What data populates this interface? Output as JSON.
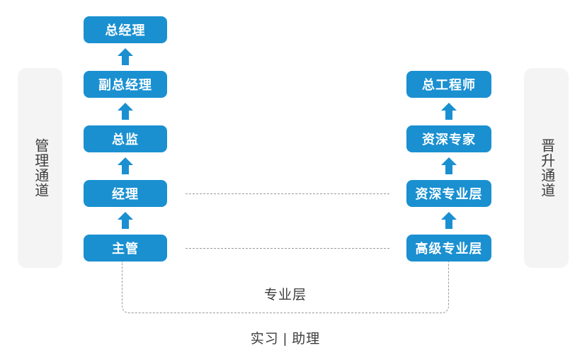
{
  "diagram": {
    "background_color": "#ffffff",
    "box_color": "#1a90d1",
    "box_text_color": "#ffffff",
    "panel_color": "#f4f4f4",
    "dash_color": "#9a9a9a",
    "text_color": "#3c3c3c"
  },
  "panels": {
    "left": {
      "label": "管理通道",
      "name": "management-channel"
    },
    "right": {
      "label": "晋升通道",
      "name": "promotion-channel"
    }
  },
  "management_track": {
    "title": "管理通道",
    "levels": [
      {
        "label": "总经理",
        "rank": 5
      },
      {
        "label": "副总经理",
        "rank": 4
      },
      {
        "label": "总监",
        "rank": 3
      },
      {
        "label": "经理",
        "rank": 2
      },
      {
        "label": "主管",
        "rank": 1
      }
    ]
  },
  "professional_track": {
    "title": "晋升通道",
    "levels": [
      {
        "label": "总工程师",
        "rank": 4
      },
      {
        "label": "资深专家",
        "rank": 3
      },
      {
        "label": "资深专业层",
        "rank": 2
      },
      {
        "label": "高级专业层",
        "rank": 1
      }
    ]
  },
  "arrows": {
    "icon": "arrow-up-icon",
    "direction": "up",
    "count_management": 4,
    "count_professional": 3
  },
  "equivalence_links": [
    {
      "from": "经理",
      "to": "资深专业层"
    },
    {
      "from": "主管",
      "to": "高级专业层"
    }
  ],
  "captions": {
    "professional_layer": "专业层",
    "entry_level": "实习 | 助理"
  }
}
